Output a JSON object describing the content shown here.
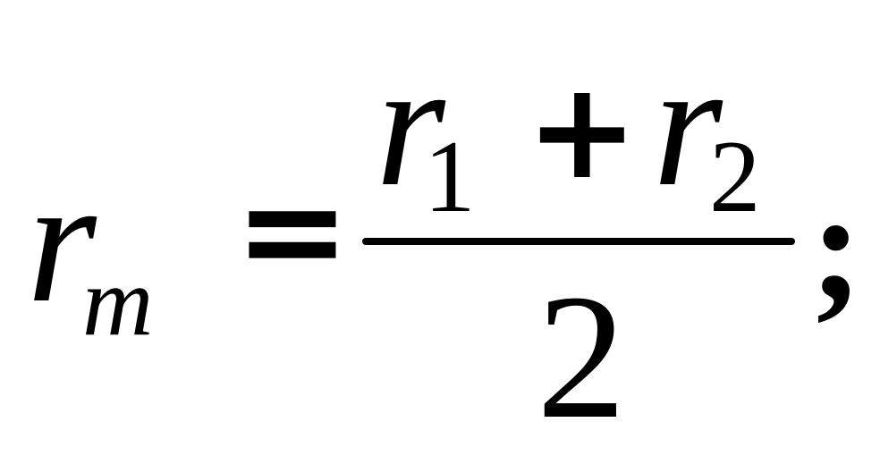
{
  "formula": {
    "lhs_variable": "r",
    "lhs_subscript": "m",
    "equals": "=",
    "numerator_term1": "r",
    "numerator_sub1": "1",
    "plus": "+",
    "numerator_term2": "r",
    "numerator_sub2": "2",
    "denominator": "2",
    "terminator": ";"
  }
}
